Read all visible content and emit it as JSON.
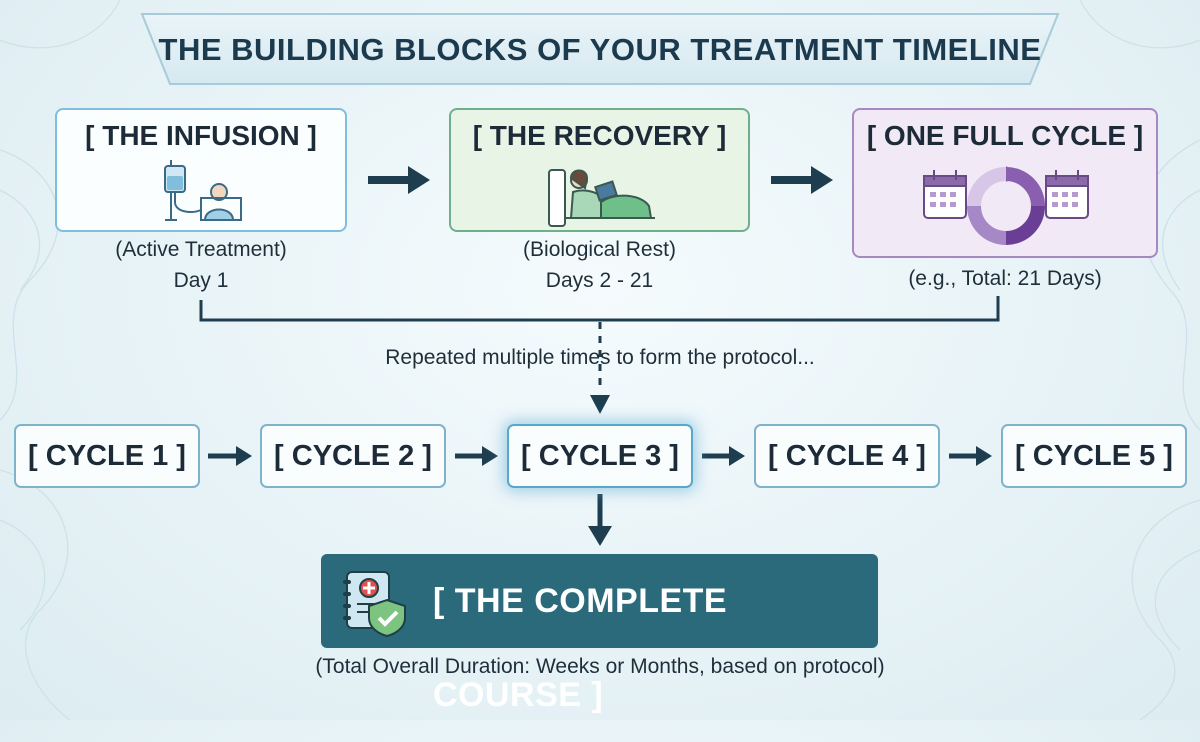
{
  "title": "THE BUILDING BLOCKS OF YOUR TREATMENT TIMELINE",
  "stages": [
    {
      "label": "[ THE INFUSION ]",
      "caption_line1": "(Active Treatment)",
      "caption_line2": "Day 1",
      "icon": "iv-drip-patient-icon"
    },
    {
      "label": "[ THE RECOVERY ]",
      "caption_line1": "(Biological Rest)",
      "caption_line2": "Days 2 - 21",
      "icon": "resting-patient-icon"
    },
    {
      "label": "[ ONE FULL CYCLE ]",
      "caption_line1": "(e.g., Total: 21 Days)",
      "icon": "calendar-cycle-icon"
    }
  ],
  "repeat_text": "Repeated multiple times to form the protocol...",
  "cycles": [
    "[ CYCLE 1 ]",
    "[ CYCLE 2 ]",
    "[ CYCLE 3 ]",
    "[ CYCLE 4 ]",
    "[ CYCLE 5 ]"
  ],
  "complete_course": {
    "label": "[ THE COMPLETE COURSE ]",
    "caption": "(Total Overall Duration: Weeks or Months, based on protocol)",
    "icon": "medical-record-shield-icon"
  },
  "colors": {
    "title_text": "#1b3a4e",
    "arrow": "#1e3e50",
    "infusion_border": "#7fbfdb",
    "recovery_fill": "#e8f4e6",
    "recovery_border": "#6fb08b",
    "cycle_fill": "#f1e9f6",
    "cycle_border": "#a688c2",
    "course_fill": "#2a6a7a"
  }
}
